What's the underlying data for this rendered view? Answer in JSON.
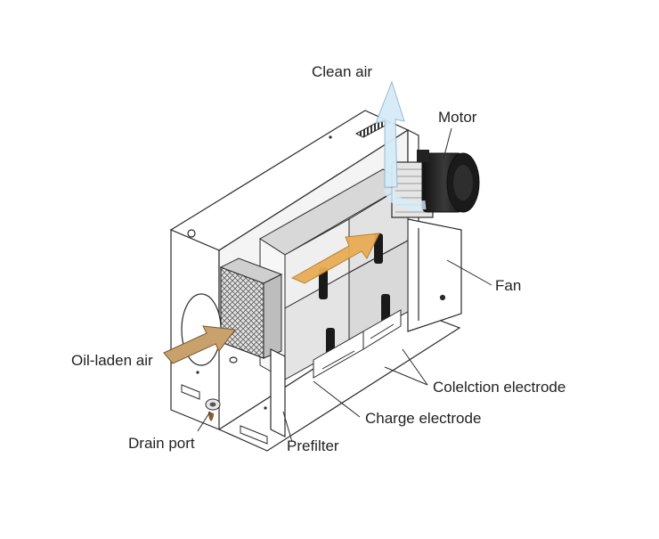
{
  "labels": {
    "clean_air": "Clean air",
    "motor": "Motor",
    "fan": "Fan",
    "oil_laden_air": "Oil-laden air",
    "collection_electrode": "Colelction electrode",
    "charge_electrode": "Charge electrode",
    "drain_port": "Drain port",
    "prefilter": "Prefilter"
  },
  "colors": {
    "line": "#2b2b2b",
    "housing_fill": "#ffffff",
    "panel_fill": "#e9e9e9",
    "dark_panel": "#bdbdbd",
    "mesh": "#7a7a7a",
    "motor_body": "#1a1a1a",
    "oil_air_arrow": "#c9a16d",
    "clean_air_arrow": "#d6ecf8",
    "internal_arrow": "#e8ad55",
    "drip": "#8a5a2b"
  }
}
